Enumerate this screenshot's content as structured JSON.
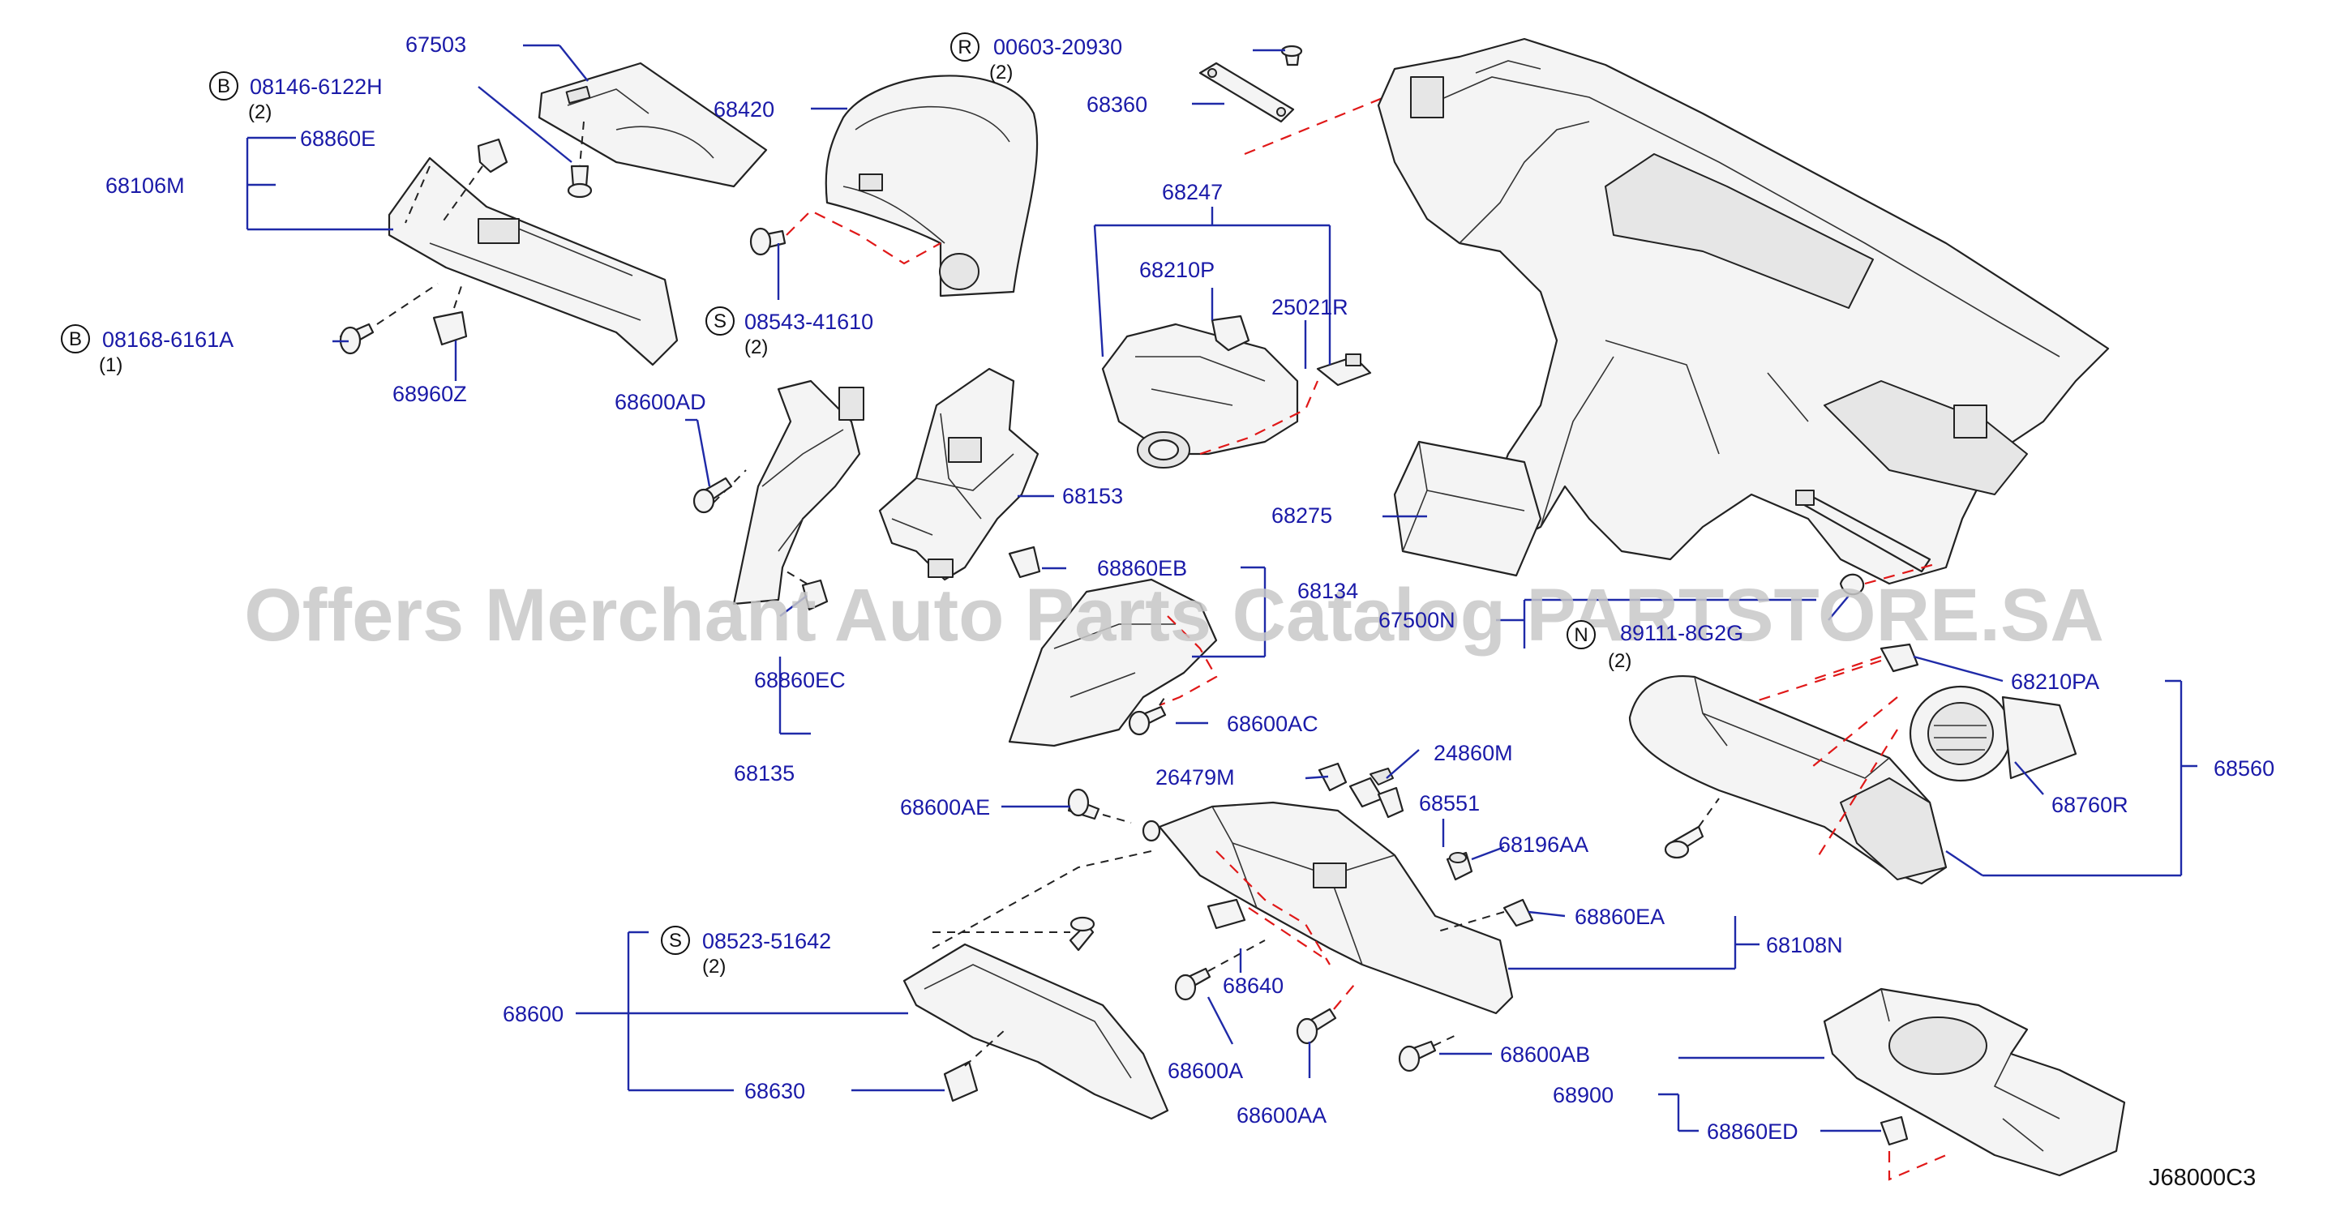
{
  "diagram": {
    "code": "J68000C3",
    "watermark": "Offers Merchant Auto Parts Catalog PARTSTORE.SA",
    "colors": {
      "label": "#1a1aa8",
      "leader": "#1f2aa8",
      "alignment_dash": "#e01818",
      "outline": "#222222"
    }
  },
  "labels": {
    "p67503": "67503",
    "p00603": "00603-20930",
    "p00603_qty": "(2)",
    "p00603_prefix": "R",
    "p08146": "08146-6122H",
    "p08146_qty": "(2)",
    "p08146_prefix": "B",
    "p68360": "68360",
    "p68420": "68420",
    "p68860E": "68860E",
    "p68106M": "68106M",
    "p68247": "68247",
    "p68210P": "68210P",
    "p25021R": "25021R",
    "p08543": "08543-41610",
    "p08543_qty": "(2)",
    "p08543_prefix": "S",
    "p08168": "08168-6161A",
    "p08168_qty": "(1)",
    "p08168_prefix": "B",
    "p68960Z": "68960Z",
    "p68600AD": "68600AD",
    "p68153": "68153",
    "p68275": "68275",
    "p68860EB": "68860EB",
    "p68134": "68134",
    "p67500N": "67500N",
    "p89111": "89111-8G2G",
    "p89111_qty": "(2)",
    "p89111_prefix": "N",
    "p68860EC": "68860EC",
    "p68135": "68135",
    "p68210PA": "68210PA",
    "p68600AC": "68600AC",
    "p68560": "68560",
    "p24860M": "24860M",
    "p26479M": "26479M",
    "p68760R": "68760R",
    "p68600AE": "68600AE",
    "p68551": "68551",
    "p68196AA": "68196AA",
    "p68860EA": "68860EA",
    "p08523": "08523-51642",
    "p08523_qty": "(2)",
    "p08523_prefix": "S",
    "p68108N": "68108N",
    "p68640": "68640",
    "p68600": "68600",
    "p68600AB": "68600AB",
    "p68900": "68900",
    "p68630": "68630",
    "p68600A": "68600A",
    "p68600AA": "68600AA",
    "p68860ED": "68860ED"
  }
}
